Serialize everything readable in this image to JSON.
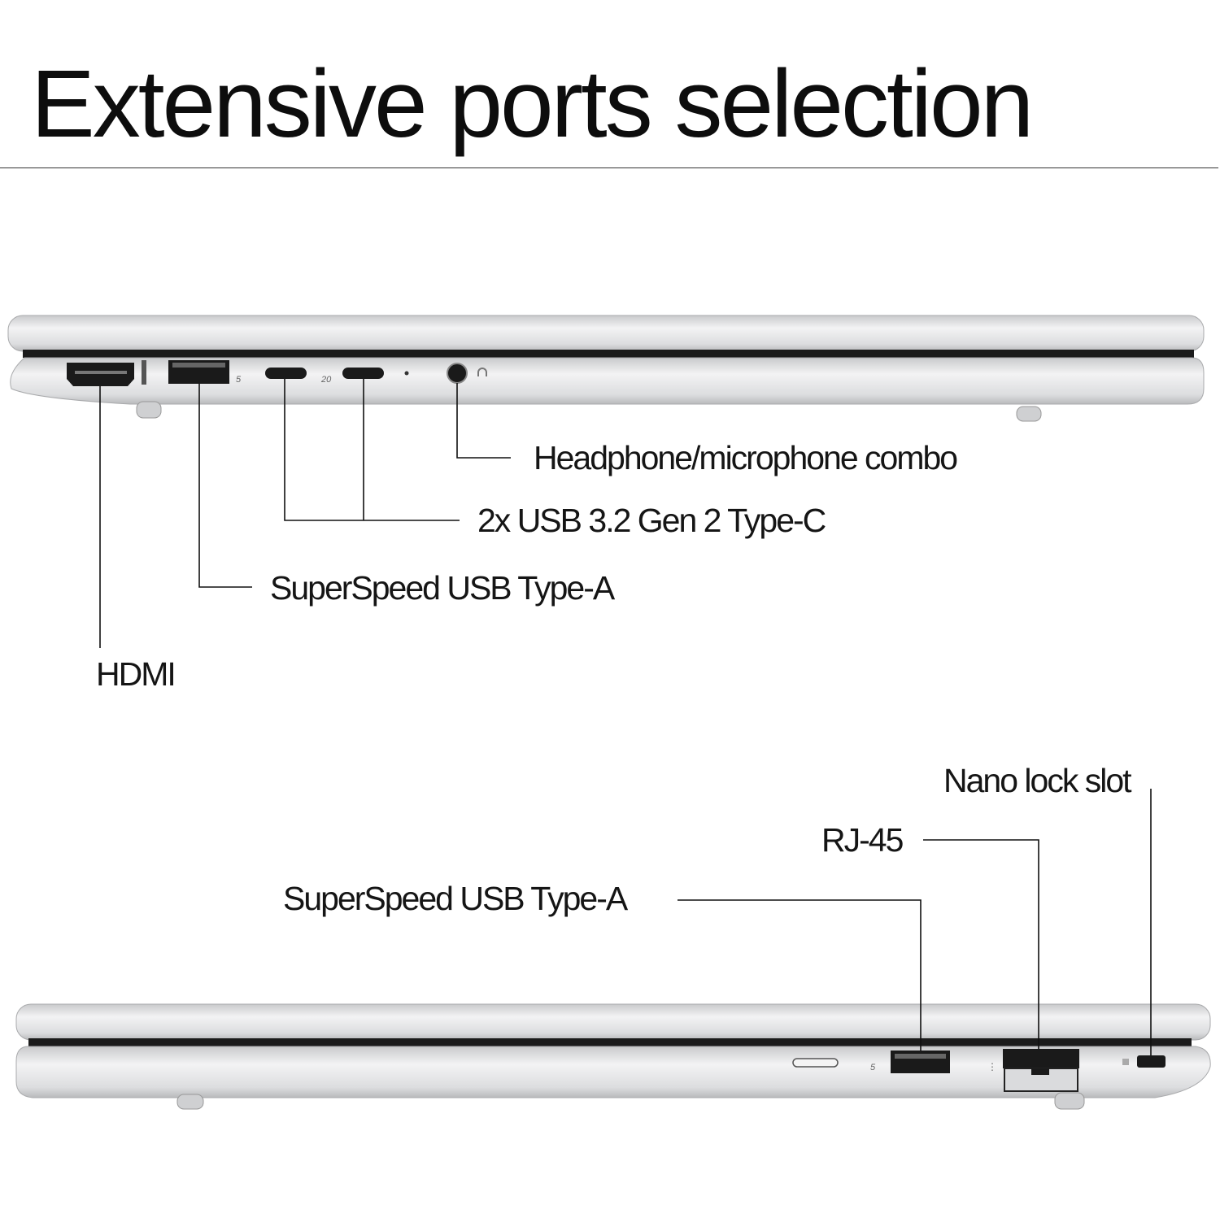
{
  "title": "Extensive ports selection",
  "left_side": {
    "labels": {
      "headphone": "Headphone/microphone combo",
      "usb_c": "2x USB 3.2 Gen 2 Type-C",
      "usb_a": "SuperSpeed USB Type-A",
      "hdmi": "HDMI"
    }
  },
  "right_side": {
    "labels": {
      "lock": "Nano lock slot",
      "rj45": "RJ-45",
      "usb_a": "SuperSpeed USB Type-A"
    }
  },
  "colors": {
    "chassis": "#d9dadc",
    "chassis_highlight": "#f1f1f2",
    "port": "#1a1a1a",
    "line": "#111111"
  }
}
